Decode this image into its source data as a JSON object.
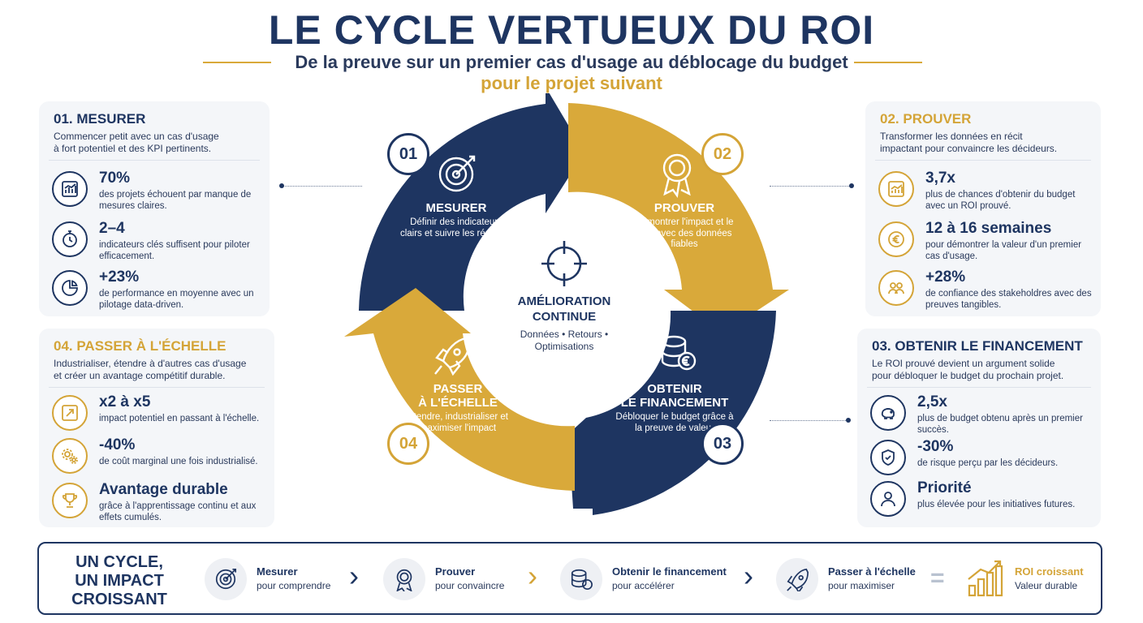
{
  "header": {
    "title": "LE CYCLE VERTUEUX DU ROI",
    "subtitle_line1": "De la preuve sur un premier cas d'usage au déblocage du budget",
    "subtitle_line2": "pour le projet suivant"
  },
  "colors": {
    "navy": "#1e3561",
    "gold": "#d4a437",
    "card_bg": "#f4f6f9"
  },
  "cards": {
    "mesurer": {
      "title": "01. MESURER",
      "desc": "Commencer petit avec un cas d'usage\nà fort potentiel et des KPI pertinents.",
      "stats": [
        {
          "value": "70%",
          "desc": "des projets échouent par manque de mesures claires.",
          "icon": "bar-chart-icon"
        },
        {
          "value": "2–4",
          "desc": "indicateurs clés suffisent pour piloter efficacement.",
          "icon": "stopwatch-icon"
        },
        {
          "value": "+23%",
          "desc": "de performance en moyenne avec un pilotage data-driven.",
          "icon": "pie-chart-icon"
        }
      ]
    },
    "prouver": {
      "title": "02. PROUVER",
      "desc": "Transformer les données en récit\nimpactant pour convaincre les décideurs.",
      "stats": [
        {
          "value": "3,7x",
          "desc": "plus de chances d'obtenir du budget avec un ROI prouvé.",
          "icon": "growth-chart-icon"
        },
        {
          "value": "12 à 16 semaines",
          "desc": "pour démontrer la valeur d'un premier cas d'usage.",
          "icon": "euro-coin-icon"
        },
        {
          "value": "+28%",
          "desc": "de confiance des stakeholdres avec des preuves tangibles.",
          "icon": "people-icon"
        }
      ]
    },
    "financement": {
      "title": "03. OBTENIR LE FINANCEMENT",
      "desc": "Le ROI prouvé devient un argument solide\npour débloquer le budget du prochain projet.",
      "stats": [
        {
          "value": "2,5x",
          "desc": "plus de budget obtenu après un premier succès.",
          "icon": "piggy-bank-icon"
        },
        {
          "value": "-30%",
          "desc": "de risque perçu par les décideurs.",
          "icon": "shield-check-icon"
        },
        {
          "value": "Priorité",
          "desc": "plus élevée pour les initiatives futures.",
          "icon": "person-icon"
        }
      ]
    },
    "echelle": {
      "title": "04. PASSER À L'ÉCHELLE",
      "desc": "Industrialiser, étendre à d'autres cas d'usage\net créer un avantage compétitif durable.",
      "stats": [
        {
          "value": "x2 à x5",
          "desc": "impact potentiel en passant à l'échelle.",
          "icon": "expand-arrows-icon"
        },
        {
          "value": "-40%",
          "desc": "de coût marginal une fois industrialisé.",
          "icon": "gears-icon"
        },
        {
          "value": "Avantage durable",
          "desc": "grâce à l'apprentissage continu et aux effets cumulés.",
          "icon": "trophy-icon"
        }
      ]
    }
  },
  "cycle": {
    "segments": [
      {
        "num": "01",
        "title": "MESURER",
        "desc": "Définir des indicateurs clairs et suivre les résultats",
        "icon": "target-icon"
      },
      {
        "num": "02",
        "title": "PROUVER",
        "desc": "Démontrer l'impact et le ROI avec des données fiables",
        "icon": "award-ribbon-icon"
      },
      {
        "num": "03",
        "title": "OBTENIR\nLE FINANCEMENT",
        "desc": "Débloquer le budget grâce à la preuve de valeur",
        "icon": "coins-icon"
      },
      {
        "num": "04",
        "title": "PASSER\nÀ L'ÉCHELLE",
        "desc": "Étendre, industrialiser et maximiser l'impact",
        "icon": "rocket-icon"
      }
    ],
    "center": {
      "title": "AMÉLIORATION CONTINUE",
      "sub": "Données • Retours • Optimisations",
      "icon": "crosshair-icon"
    }
  },
  "footer": {
    "title": "UN CYCLE,\nUN IMPACT\nCROISSANT",
    "steps": [
      {
        "label": "Mesurer",
        "sub": "pour comprendre",
        "icon": "target-icon"
      },
      {
        "label": "Prouver",
        "sub": "pour convaincre",
        "icon": "award-ribbon-icon"
      },
      {
        "label": "Obtenir le financement",
        "sub": "pour accélérer",
        "icon": "coins-icon"
      },
      {
        "label": "Passer à l'échelle",
        "sub": "pour maximiser",
        "icon": "rocket-icon"
      }
    ],
    "equals": "=",
    "result": {
      "label": "ROI croissant",
      "sub": "Valeur durable",
      "icon": "growth-bars-icon"
    }
  }
}
